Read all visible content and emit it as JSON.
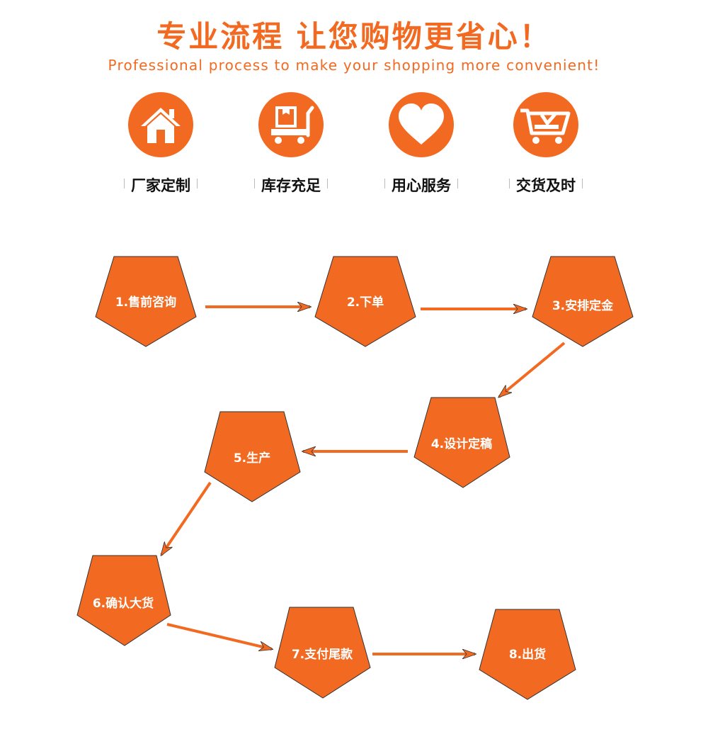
{
  "header": {
    "title": "专业流程 让您购物更省心！",
    "subtitle": "Professional process to make your shopping more convenient!"
  },
  "colors": {
    "accent": "#f26a21",
    "arrow": "#f26a21",
    "text": "#111111"
  },
  "features": [
    {
      "icon": "house-icon",
      "label": "厂家定制"
    },
    {
      "icon": "warehouse-cart-icon",
      "label": "库存充足"
    },
    {
      "icon": "heart-icon",
      "label": "用心服务"
    },
    {
      "icon": "shopping-cart-icon",
      "label": "交货及时"
    }
  ],
  "steps": [
    {
      "label": "1.售前咨询"
    },
    {
      "label": "2.下单"
    },
    {
      "label": "3.安排定金"
    },
    {
      "label": "4.设计定稿"
    },
    {
      "label": "5.生产"
    },
    {
      "label": "6.确认大货"
    },
    {
      "label": "7.支付尾款"
    },
    {
      "label": "8.出货"
    }
  ]
}
